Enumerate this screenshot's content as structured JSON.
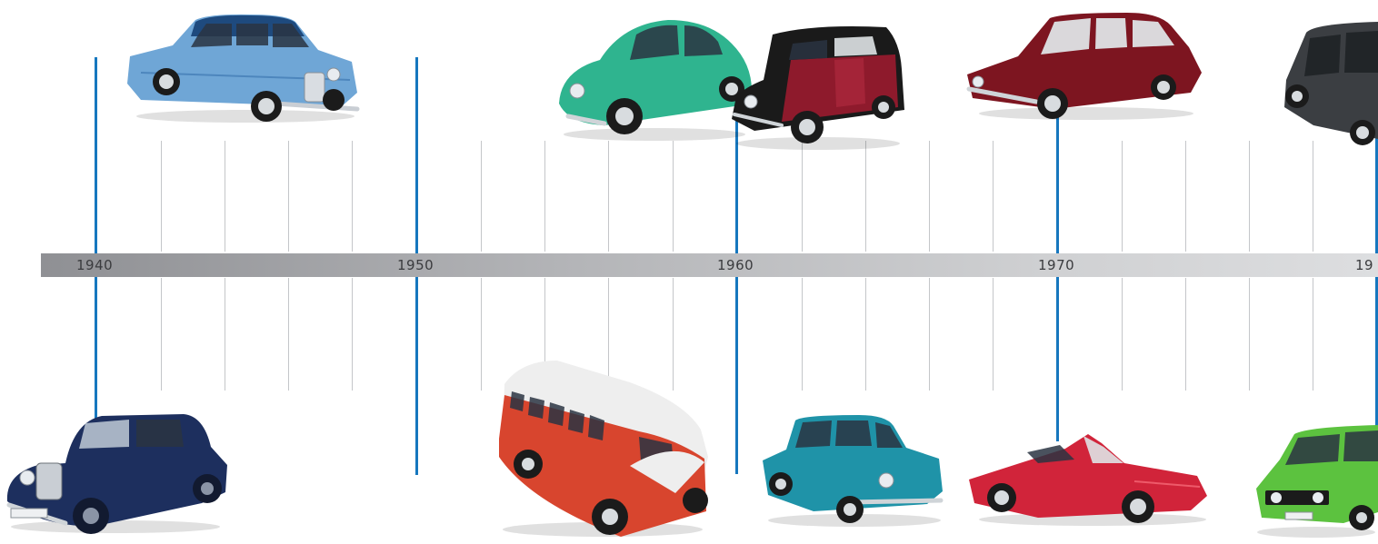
{
  "timeline": {
    "decade_labels": [
      "1940",
      "1950",
      "1960",
      "1970",
      "19"
    ]
  },
  "cars": [
    {
      "id": "sedan-light-blue",
      "body_color": "#6fa6d6",
      "roof_color": "#1e4a7e"
    },
    {
      "id": "beetle-turquoise",
      "body_color": "#2fb48f",
      "roof_color": "#2fb48f"
    },
    {
      "id": "2cv-maroon",
      "body_color": "#8e1a2c",
      "roof_color": "#1a1a1a"
    },
    {
      "id": "sedan-dark-red",
      "body_color": "#7d1520",
      "roof_color": "#7d1520"
    },
    {
      "id": "hatch-dark-grey",
      "body_color": "#3b3e42",
      "roof_color": "#3b3e42"
    },
    {
      "id": "coupe-dark-blue",
      "body_color": "#1d2f5e",
      "roof_color": "#1d2f5e"
    },
    {
      "id": "bus-red-white",
      "body_color": "#d8452e",
      "roof_color": "#eeeeee"
    },
    {
      "id": "sedan-teal",
      "body_color": "#1f93a8",
      "roof_color": "#1f93a8"
    },
    {
      "id": "roadster-red",
      "body_color": "#d1243a",
      "roof_color": "#d1243a"
    },
    {
      "id": "hatch-green",
      "body_color": "#5cc23f",
      "roof_color": "#5cc23f"
    }
  ]
}
